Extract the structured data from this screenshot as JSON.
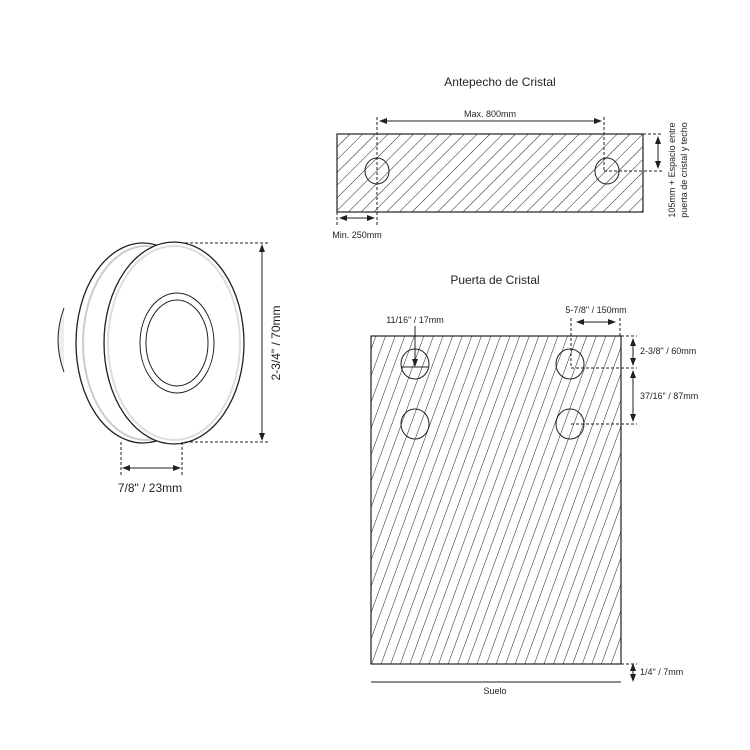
{
  "product": {
    "height_label": "2-3/4\" / 70mm",
    "depth_label": "7/8\" / 23mm"
  },
  "antepecho": {
    "title": "Antepecho de Cristal",
    "max_label": "Max. 800mm",
    "min_label": "Min. 250mm",
    "gap_label_line1": "105mm + Espacio entre",
    "gap_label_line2": "puerta de cristal y techo"
  },
  "puerta": {
    "title": "Puerta de Cristal",
    "hole_label": "11/16\" / 17mm",
    "offset_label": "5-7/8\" / 150mm",
    "top_label": "2-3/8\" / 60mm",
    "spacing_label": "37/16\" / 87mm",
    "floor_gap_label": "1/4\" / 7mm",
    "floor_label": "Suelo"
  }
}
